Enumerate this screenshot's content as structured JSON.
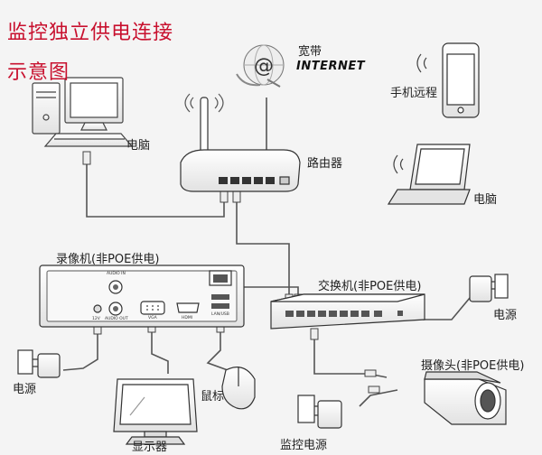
{
  "title": {
    "line1": "监控独立供电连接",
    "line2": "示意图"
  },
  "labels": {
    "broadband": "宽带",
    "internet": "INTERNET",
    "phone": "手机远程",
    "pc": "电脑",
    "router": "路由器",
    "laptop": "电脑",
    "nvr": "录像机(非POE供电)",
    "switch": "交换机(非POE供电)",
    "switch_power": "电源",
    "camera": "摄像头(非POE供电)",
    "nvr_power": "电源",
    "mouse": "鼠标",
    "monitor": "显示器",
    "monitor_power": "监控电源"
  },
  "nvr_ports": {
    "audio_in": "AUDIO IN",
    "audio_out": "AUDIO OUT",
    "vga": "VGA",
    "hdmi": "HDMI",
    "lan": "LAN/USB",
    "dc": "12V"
  },
  "colors": {
    "title": "#c8102e",
    "line": "#555555",
    "background": "#f4f4f4"
  }
}
